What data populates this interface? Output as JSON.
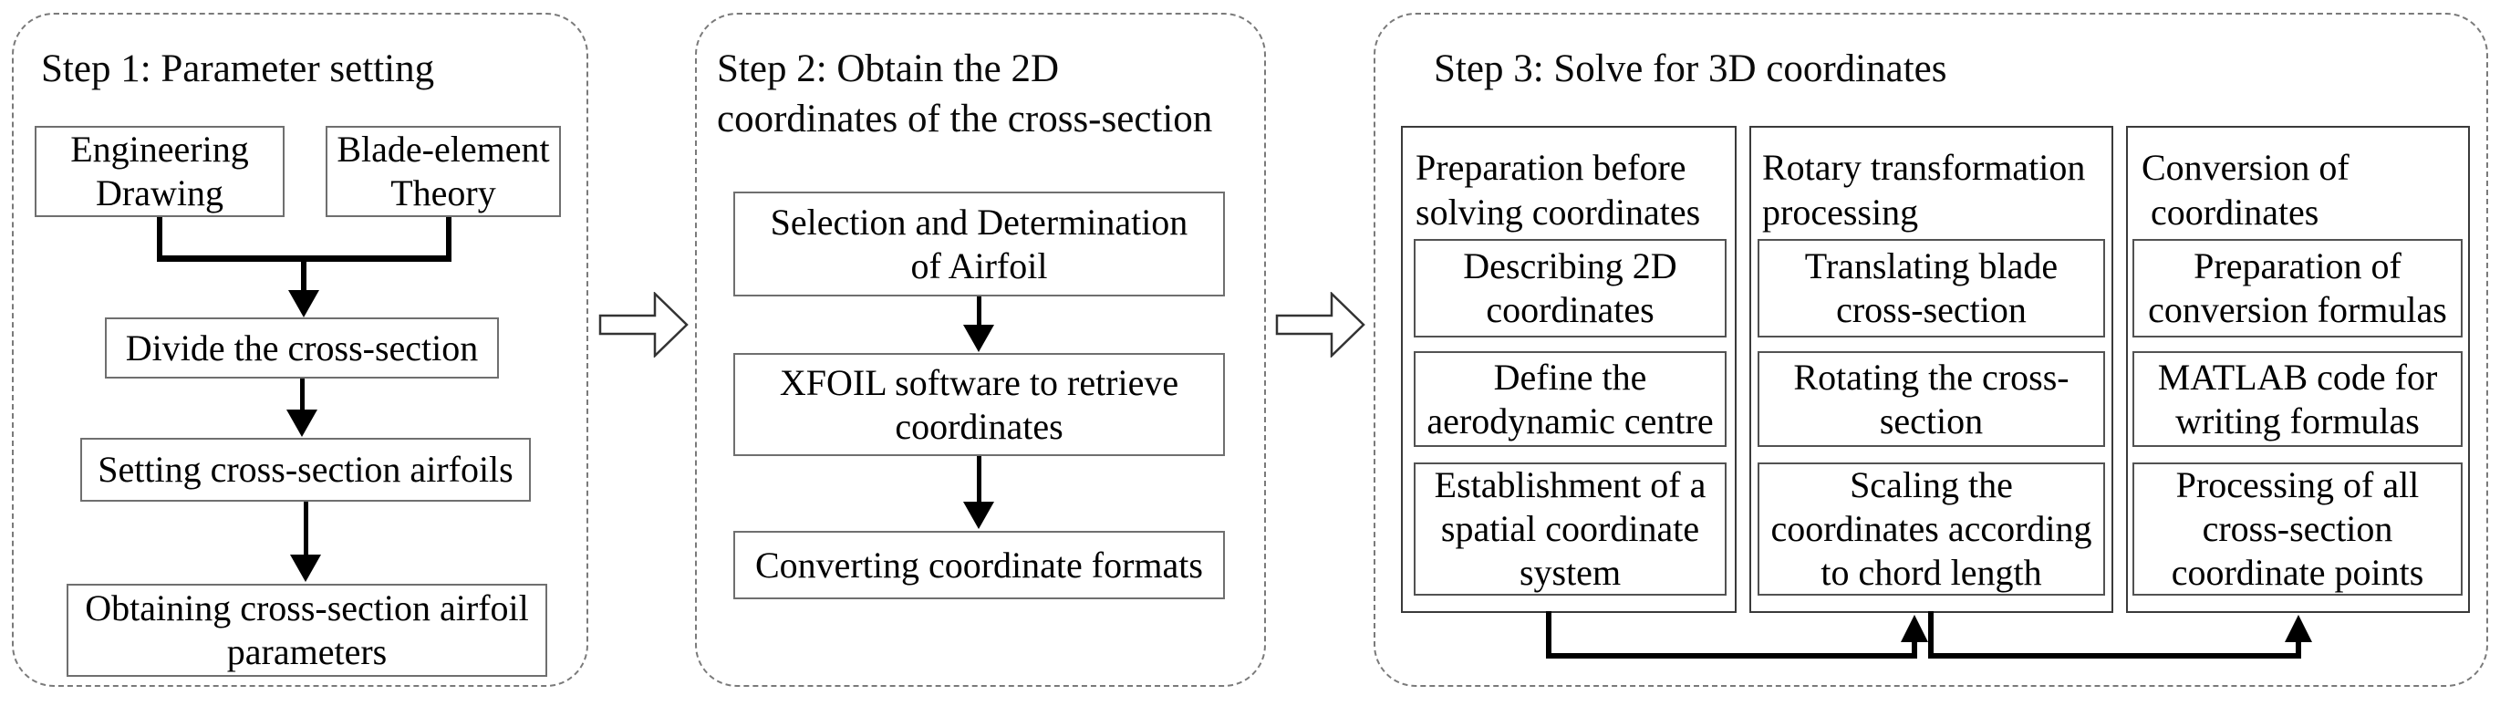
{
  "figure": {
    "type": "flowchart",
    "description": "Three-step process flow diagram for solving blade cross-section coordinates"
  },
  "colors": {
    "background": "#ffffff",
    "text": "#000000",
    "connector_line": "#000000",
    "box_border": "#6f6f6f",
    "outer_box_border": "#3a3a3a",
    "dashed_panel_border": "#7a7a7a"
  },
  "icons": {
    "step1_to_step2": "block-arrow-right",
    "step2_to_step3": "block-arrow-right",
    "flow_arrows": "solid-triangle-arrowheads"
  },
  "panels": {
    "step1": {
      "title": "Step 1: Parameter setting",
      "boxes": {
        "engineering_drawing": "Engineering\nDrawing",
        "blade_element_theory": "Blade-element\nTheory",
        "divide": "Divide the cross-section",
        "setting": "Setting cross-section airfoils",
        "obtaining": "Obtaining cross-section airfoil\nparameters"
      }
    },
    "step2": {
      "title": "Step 2: Obtain the 2D\ncoordinates of the cross-section",
      "boxes": {
        "selection": "Selection and Determination\nof Airfoil",
        "xfoil": "XFOIL software to retrieve\ncoordinates",
        "converting": "Converting coordinate formats"
      }
    },
    "step3": {
      "title": "Step 3: Solve for 3D coordinates",
      "columns": [
        {
          "header": "Preparation before\nsolving coordinates",
          "boxes": [
            "Describing 2D\ncoordinates",
            "Define the\naerodynamic centre",
            "Establishment of a\nspatial coordinate\nsystem"
          ]
        },
        {
          "header": "Rotary transformation\nprocessing",
          "boxes": [
            "Translating blade\ncross-section",
            "Rotating the cross-\nsection",
            "Scaling the\ncoordinates according\nto chord length"
          ]
        },
        {
          "header": "Conversion of\n coordinates",
          "boxes": [
            "Preparation of\nconversion formulas",
            "MATLAB code for\nwriting formulas",
            "Processing of all\ncross-section\ncoordinate points"
          ]
        }
      ]
    }
  }
}
